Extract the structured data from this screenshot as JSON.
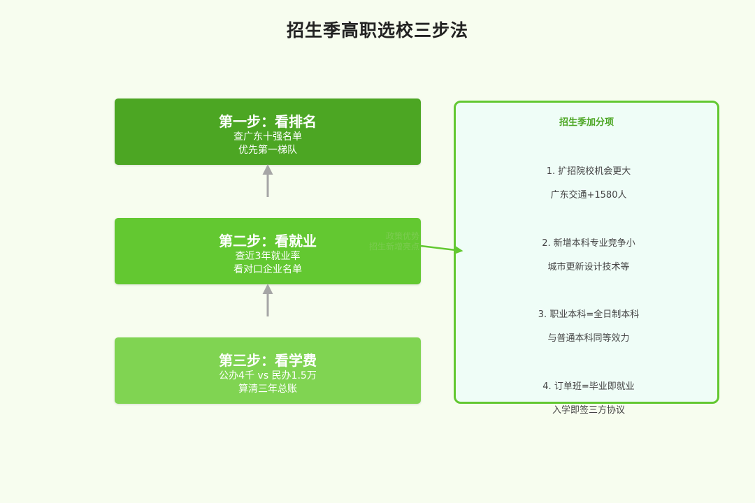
{
  "title": "招生季高职选校三步法",
  "steps": [
    {
      "title": "第一步：看排名",
      "line1": "查广东十强名单",
      "line2": "优先第一梯队"
    },
    {
      "title": "第二步：看就业",
      "line1": "查近3年就业率",
      "line2": "看对口企业名单"
    },
    {
      "title": "第三步：看学费",
      "line1": "公办4千 vs 民办1.5万",
      "line2": "算清三年总账"
    }
  ],
  "bonus": {
    "heading": "招生季加分项",
    "items": [
      {
        "label": "1. 扩招院校机会更大",
        "detail": "广东交通+1580人"
      },
      {
        "label": "2. 新增本科专业竞争小",
        "detail": "城市更新设计技术等"
      },
      {
        "label": "3. 职业本科=全日制本科",
        "detail": "与普通本科同等效力"
      },
      {
        "label": "4. 订单班=毕业即就业",
        "detail": "入学即签三方协议"
      }
    ]
  },
  "connector_label": {
    "line1": "政策优势",
    "line2": "招生新增亮点"
  },
  "colors": {
    "background": "#f7fdef",
    "step1": "#4ca623",
    "step2": "#63c831",
    "step3": "#80d452",
    "arrow": "#a6a6a6",
    "accent": "#63c831"
  }
}
